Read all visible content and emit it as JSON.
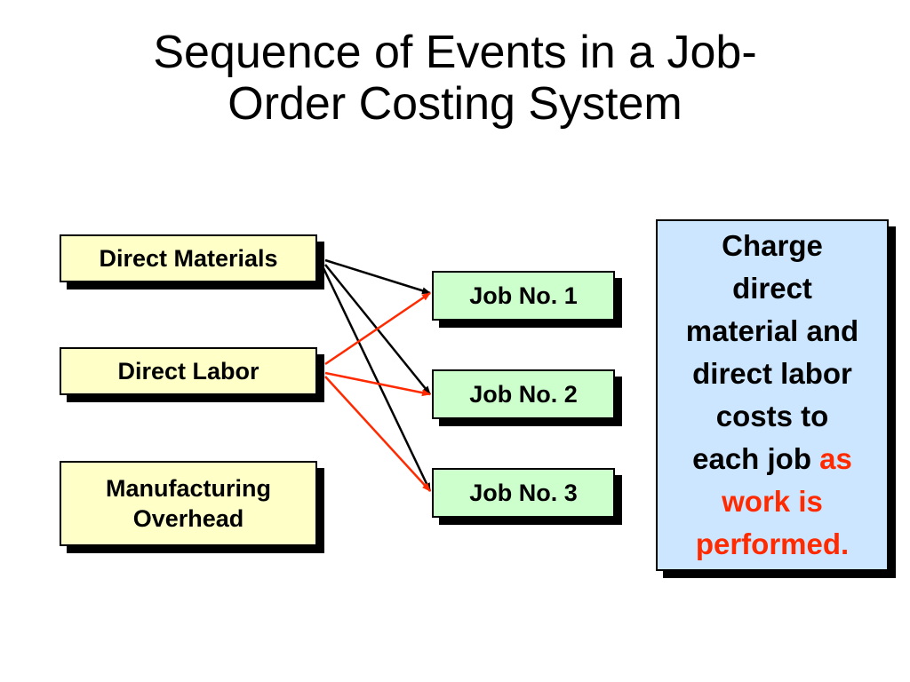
{
  "title": {
    "line1": "Sequence of Events in a Job-",
    "line2": "Order Costing System"
  },
  "sources": {
    "direct_materials": "Direct Materials",
    "direct_labor": "Direct Labor",
    "overhead_line1": "Manufacturing",
    "overhead_line2": "Overhead"
  },
  "jobs": {
    "job1": "Job No. 1",
    "job2": "Job No. 2",
    "job3": "Job No. 3"
  },
  "note": {
    "l1": "Charge",
    "l2": "direct",
    "l3": "material and",
    "l4": "direct labor",
    "l5": "costs to",
    "l6a": "each job ",
    "l6b": "as",
    "l7": "work is",
    "l8": "performed."
  },
  "colors": {
    "source_fill": "#ffffc8",
    "job_fill": "#ccffcc",
    "note_fill": "#cce6ff",
    "materials_arrow": "#000000",
    "labor_arrow": "#ff2a00",
    "accent_text": "#ff2a00"
  }
}
